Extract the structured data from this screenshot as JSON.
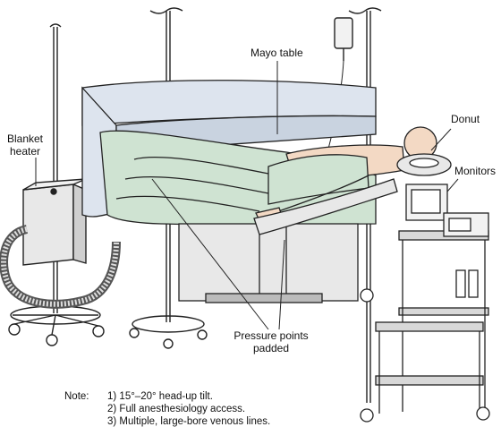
{
  "labels": {
    "mayo_table": "Mayo table",
    "blanket_heater_line1": "Blanket",
    "blanket_heater_line2": "heater",
    "donut": "Donut",
    "monitors": "Monitors",
    "pressure_line1": "Pressure points",
    "pressure_line2": "padded"
  },
  "note": {
    "heading": "Note:",
    "items": [
      "1) 15°–20° head-up tilt.",
      "2) Full anesthesiology access.",
      "3) Multiple, large-bore venous lines."
    ]
  },
  "colors": {
    "drape_green": "#cfe3d2",
    "drape_blue": "#dde4ee",
    "line": "#222222",
    "skin": "#f3d9c4"
  }
}
